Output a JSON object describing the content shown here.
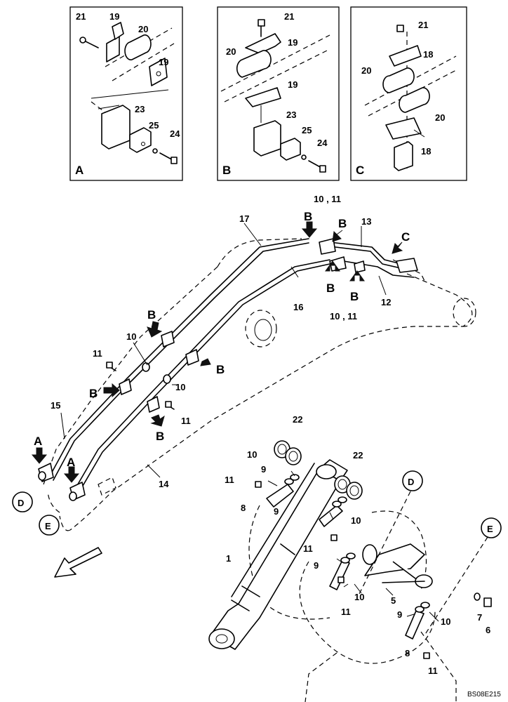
{
  "detail_views": [
    {
      "letter": "A",
      "labels": [
        "21",
        "19",
        "20",
        "19",
        "23",
        "25",
        "24"
      ]
    },
    {
      "letter": "B",
      "labels": [
        "21",
        "20",
        "19",
        "19",
        "23",
        "25",
        "24"
      ]
    },
    {
      "letter": "C",
      "labels": [
        "21",
        "18",
        "20",
        "20",
        "18"
      ]
    }
  ],
  "part_numbers": [
    "1",
    "5",
    "6",
    "7",
    "8",
    "9",
    "10",
    "10 , 11",
    "11",
    "12",
    "13",
    "14",
    "15",
    "16",
    "17",
    "18",
    "19",
    "20",
    "21",
    "22",
    "23",
    "24",
    "25"
  ],
  "callouts": [
    "A",
    "B",
    "C"
  ],
  "circle_refs": [
    "D",
    "E"
  ],
  "drawing_id": "BS08E215"
}
